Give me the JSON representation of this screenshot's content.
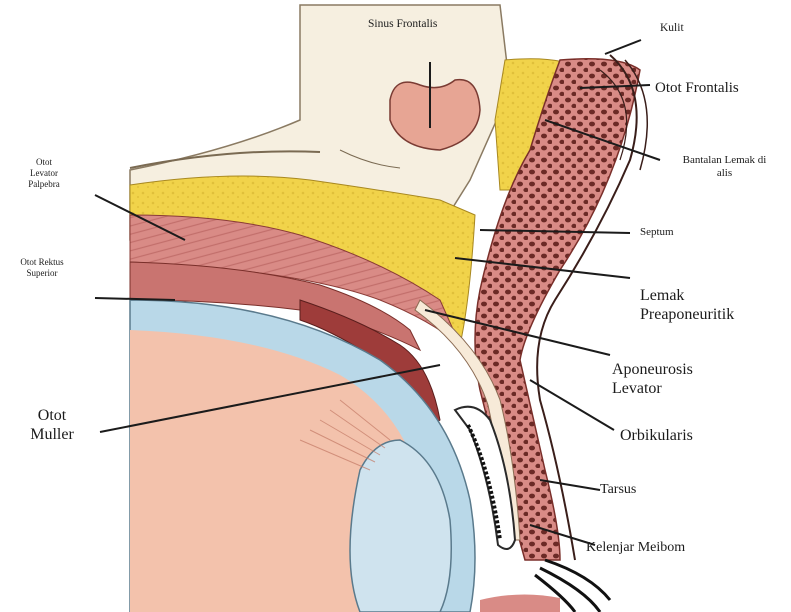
{
  "labels": {
    "sinus_frontalis": "Sinus Frontalis",
    "kulit": "Kulit",
    "otot_frontalis": "Otot Frontalis",
    "bantalan_lemak_line1": "Bantalan Lemak di",
    "bantalan_lemak_line2": "alis",
    "otot_levator_line1": "Otot",
    "otot_levator_line2": "Levator",
    "otot_levator_line3": "Palpebra",
    "otot_rektus_line1": "Otot Rektus",
    "otot_rektus_line2": "Superior",
    "septum": "Septum",
    "lemak_line1": "Lemak",
    "lemak_line2": "Preaponeuritik",
    "aponeurosis_line1": "Aponeurosis",
    "aponeurosis_line2": "Levator",
    "otot_muller_line1": "Otot",
    "otot_muller_line2": "Muller",
    "orbikularis": "Orbikularis",
    "tarsus": "Tarsus",
    "kelenjar_meibom": "Kelenjar Meibom"
  },
  "colors": {
    "fat": "#f1d34a",
    "muscle": "#d98b86",
    "muscle_dark": "#9e3c3a",
    "sclera_blue": "#b9d8e8",
    "cornea": "#cfe3ee",
    "eye_pink": "#f3c2ac",
    "bone": "#f6efe0",
    "sinus": "#e7a594",
    "lines": "#1b1b1b"
  }
}
